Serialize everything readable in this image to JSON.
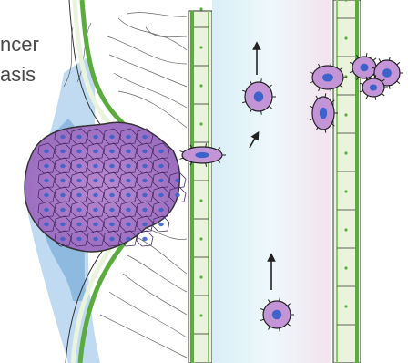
{
  "title": {
    "line1": "ncer",
    "line2": "asis"
  },
  "colors": {
    "vessel_fill": "#e2f1f8",
    "wall_green": "#5cab3f",
    "wall_fill": "#eaf4dc",
    "cell_pink": "#d4a2d6",
    "cell_purple": "#a573c5",
    "nucleus_blue": "#3d62c9",
    "tissue_blue": "#5b9ad0",
    "ink": "#222222",
    "text": "#4a4a4a"
  },
  "icons": [
    "tumor-mass",
    "cancer-cell",
    "migration-arrow",
    "vessel-wall",
    "fibers"
  ]
}
